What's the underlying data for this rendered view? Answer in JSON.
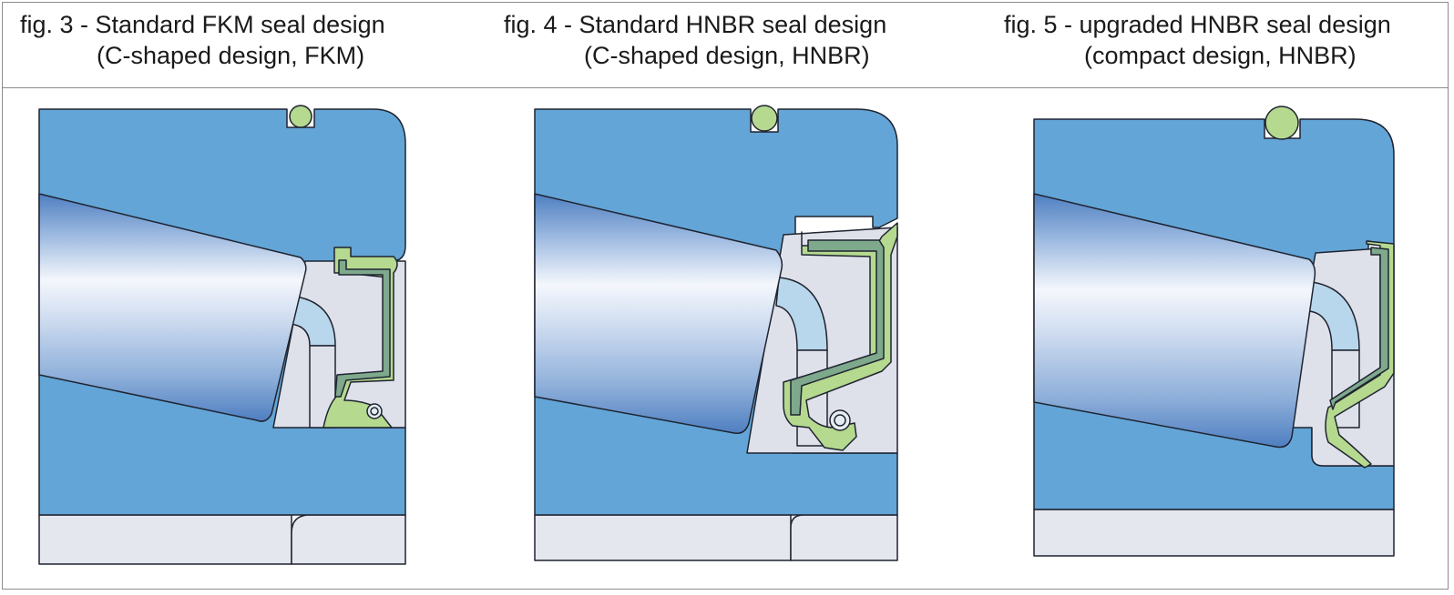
{
  "figures": [
    {
      "id": "fig3",
      "title_line1": "fig. 3 - Standard FKM seal design",
      "title_line2": "(C-shaped design, FKM)"
    },
    {
      "id": "fig4",
      "title_line1": "fig. 4 - Standard HNBR seal design",
      "title_line2": "(C-shaped design, HNBR)"
    },
    {
      "id": "fig5",
      "title_line1": "fig. 5 - upgraded HNBR seal design",
      "title_line2": "(compact design, HNBR)"
    }
  ],
  "colors": {
    "housing_blue": "#63a5d7",
    "seal_green": "#b5d98f",
    "seal_insert": "#7ea98c",
    "cavity_grey": "#dfe1ea",
    "lower_grey": "#e5e7ee",
    "light_blue_inner": "#b9d7ec",
    "outline": "#1f2430"
  }
}
